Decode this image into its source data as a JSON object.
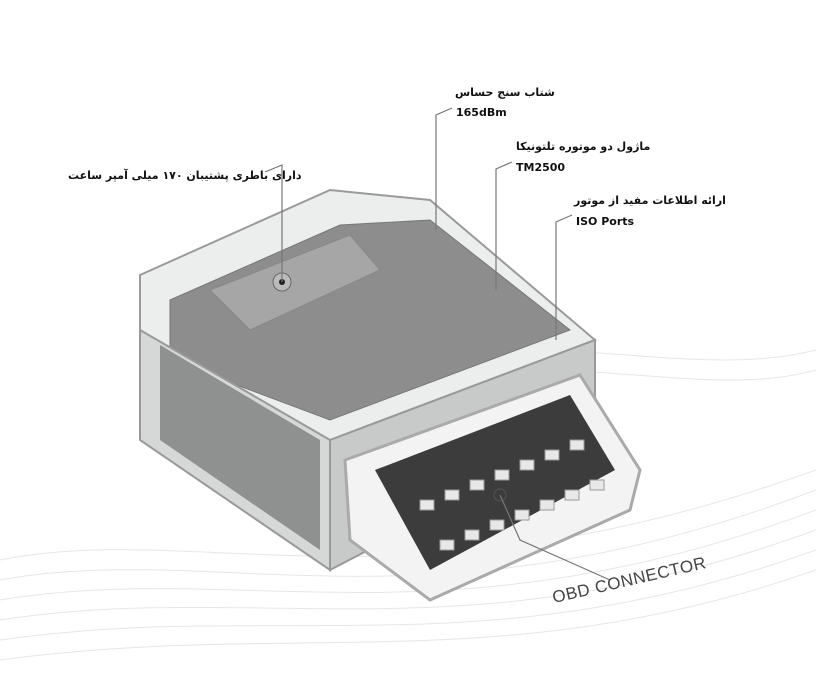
{
  "callouts": {
    "accelerometer": {
      "title": "شتاب سنج حساس",
      "value": "165dBm"
    },
    "module": {
      "title": "ماژول دو موتوره تلتونیکا",
      "value": "TM2500"
    },
    "engine_info": {
      "title": "ارائه اطلاعات مفید از موتور",
      "value": "ISO Ports"
    },
    "battery": {
      "title": "دارای باطری پشتیبان ۱۷۰ میلی آمپر ساعت"
    }
  },
  "connector_label": "OBD CONNECTOR"
}
